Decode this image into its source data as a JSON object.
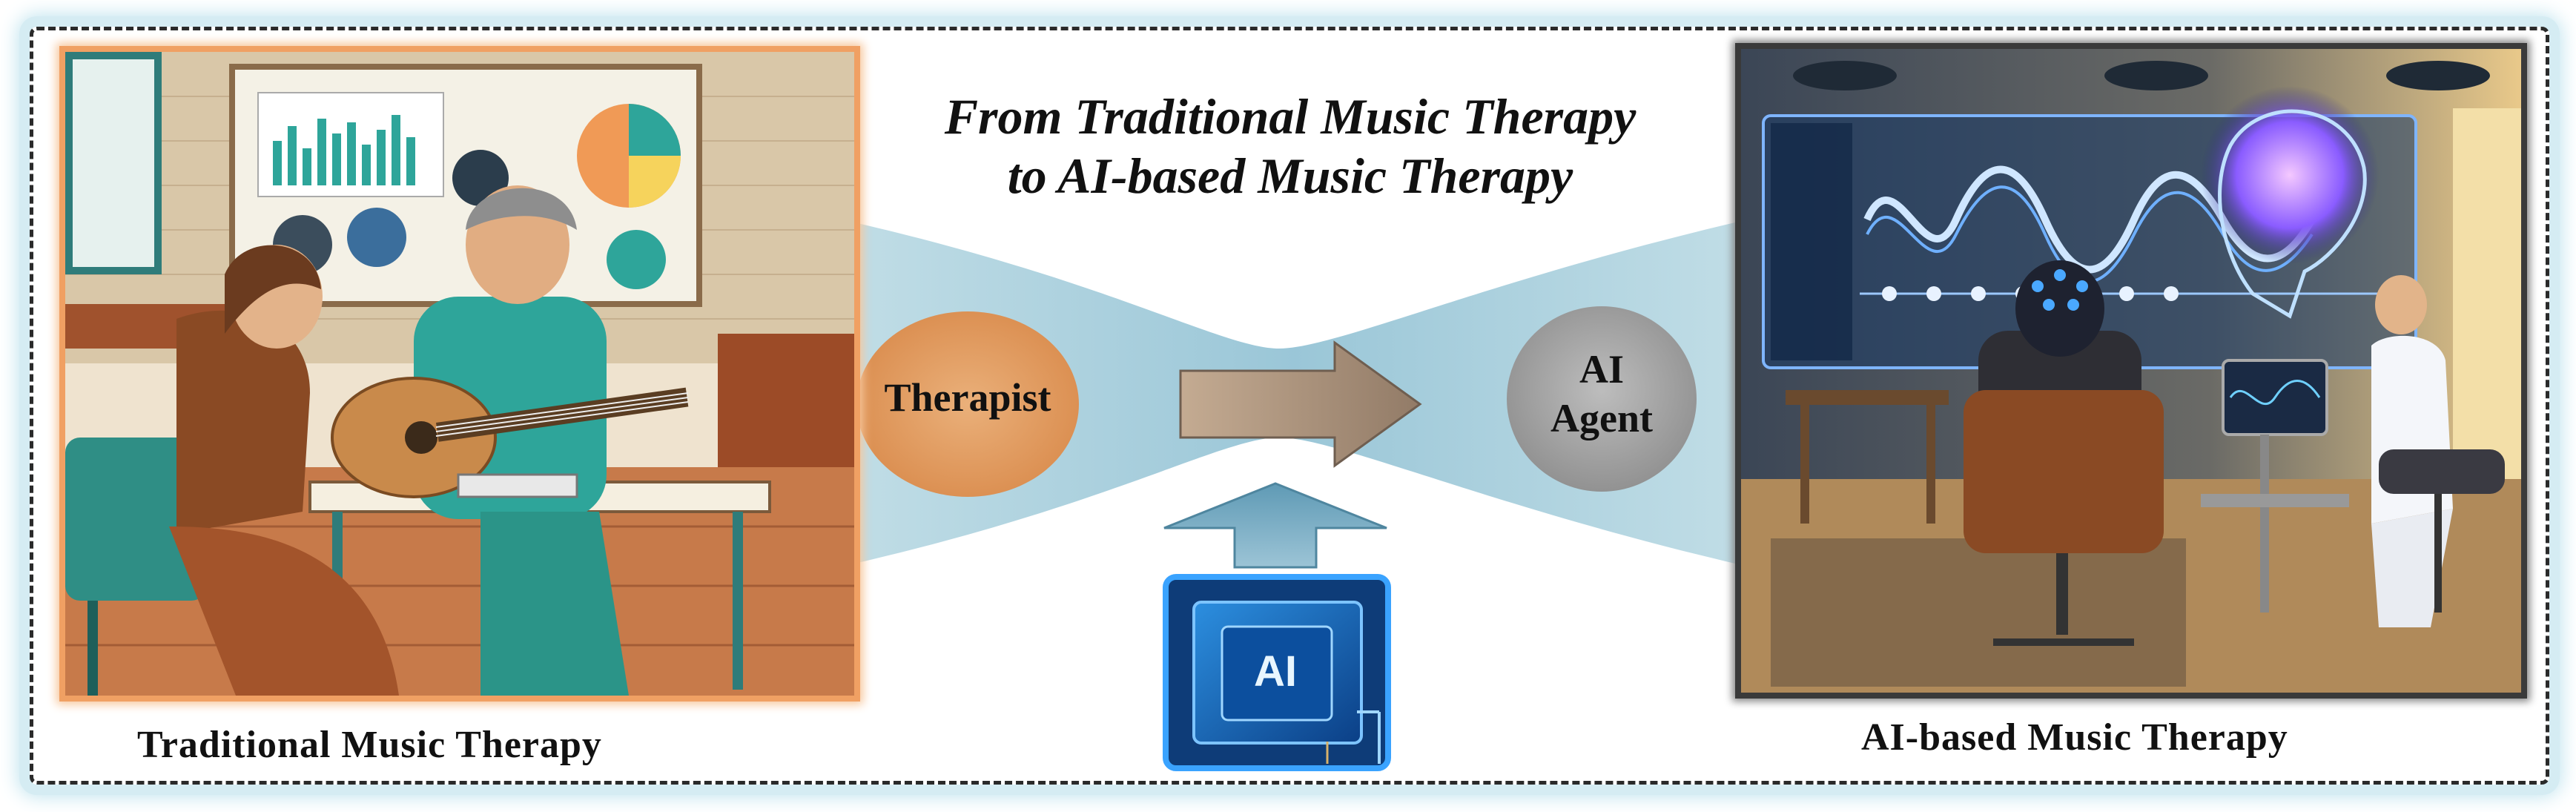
{
  "title": {
    "line1": "From Traditional Music Therapy",
    "line2": "to AI-based Music Therapy"
  },
  "left": {
    "caption": "Traditional Music Therapy"
  },
  "right": {
    "caption": "AI-based Music Therapy"
  },
  "nodes": {
    "therapist": "Therapist",
    "ai_agent_line1": "AI",
    "ai_agent_line2": "Agent"
  },
  "chip": {
    "label": "AI"
  },
  "colors": {
    "frame_glow": "#cfe9f2",
    "funnel": "#a9cfdb",
    "therapist_fill": "#e29a5c",
    "agent_fill": "#a3a3a3",
    "arrow_fill": "#a88e76",
    "up_arrow_fill": "#7fb1c7",
    "chip_blue": "#1f73c8"
  },
  "icons": {
    "right_arrow": "arrow-right-icon",
    "up_arrow": "arrow-up-icon",
    "chip": "ai-chip-icon"
  }
}
